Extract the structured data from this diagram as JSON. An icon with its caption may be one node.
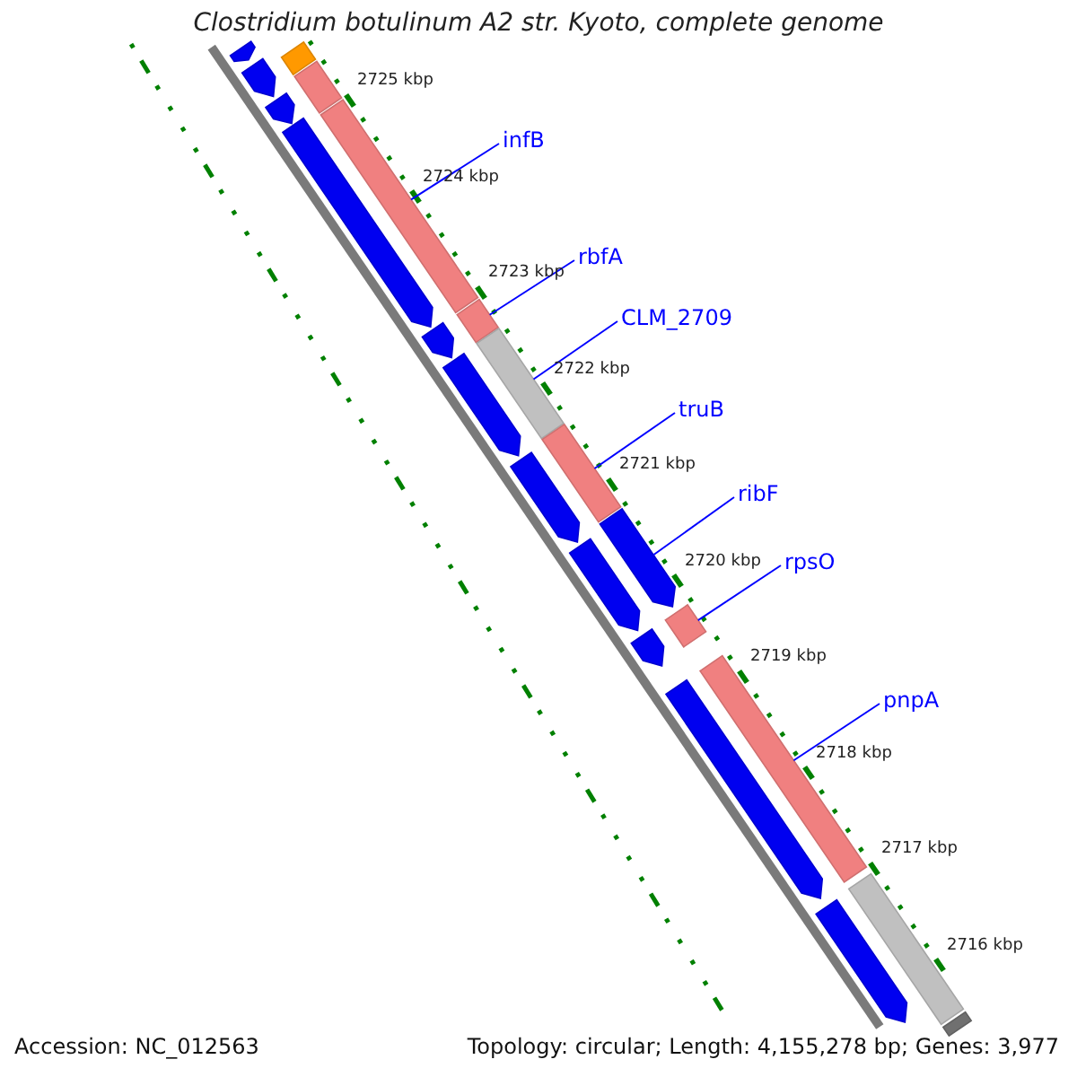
{
  "diagram": {
    "title": "Clostridium botulinum A2 str. Kyoto, complete genome",
    "nodes": [
      {
        "text": [
          "infB"
        ]
      },
      {
        "text": [
          "rbfA"
        ]
      },
      {
        "text": [
          "CLM_2709"
        ]
      },
      {
        "text": [
          "truB"
        ]
      },
      {
        "text": [
          "ribF"
        ]
      },
      {
        "text": [
          "rpsO"
        ]
      },
      {
        "text": [
          "pnpA"
        ]
      },
      {
        "text": [],
        "shape": "bar"
      },
      {
        "text": [],
        "shape": "arrow"
      },
      {
        "text": [],
        "shape": "bar"
      },
      {
        "text": [],
        "shape": "arrow"
      },
      {
        "text": [],
        "shape": "arrow"
      },
      {
        "text": [],
        "shape": "bar"
      },
      {
        "text": [],
        "shape": "arrow"
      },
      {
        "text": [],
        "shape": "arrow"
      },
      {
        "text": [],
        "shape": "bar"
      },
      {
        "text": [],
        "shape": "bar"
      },
      {
        "text": [],
        "shape": "arrow"
      },
      {
        "text": [],
        "shape": "bar"
      },
      {
        "text": [],
        "shape": "arrow"
      },
      {
        "text": [],
        "shape": "arrow"
      },
      {
        "text": [],
        "shape": "arrow"
      },
      {
        "text": [],
        "shape": "bar"
      },
      {
        "text": [],
        "shape": "arrow"
      },
      {
        "text": [],
        "shape": "bar"
      },
      {
        "text": [],
        "shape": "arrow"
      },
      {
        "text": [],
        "shape": "bar"
      },
      {
        "text": [],
        "shape": "arrow"
      },
      {
        "text": [],
        "shape": "bar"
      }
    ],
    "edges": [
      {
        "from": 0,
        "to": 12,
        "arrow": "none"
      },
      {
        "from": 1,
        "to": 15,
        "arrow": "none"
      },
      {
        "from": 2,
        "to": 16,
        "arrow": "none"
      },
      {
        "from": 3,
        "to": 18,
        "arrow": "none"
      },
      {
        "from": 4,
        "to": 20,
        "arrow": "none"
      },
      {
        "from": 5,
        "to": 22,
        "arrow": "none"
      },
      {
        "from": 6,
        "to": 24,
        "arrow": "none"
      }
    ],
    "labels": [
      "2725 kbp",
      "2724 kbp",
      "2723 kbp",
      "2722 kbp",
      "2721 kbp",
      "2720 kbp",
      "2719 kbp",
      "2718 kbp",
      "2717 kbp",
      "2716 kbp",
      "Accession: NC_012563",
      "Topology: circular; Length: 4,155,278 bp; Genes: 3,977"
    ]
  }
}
